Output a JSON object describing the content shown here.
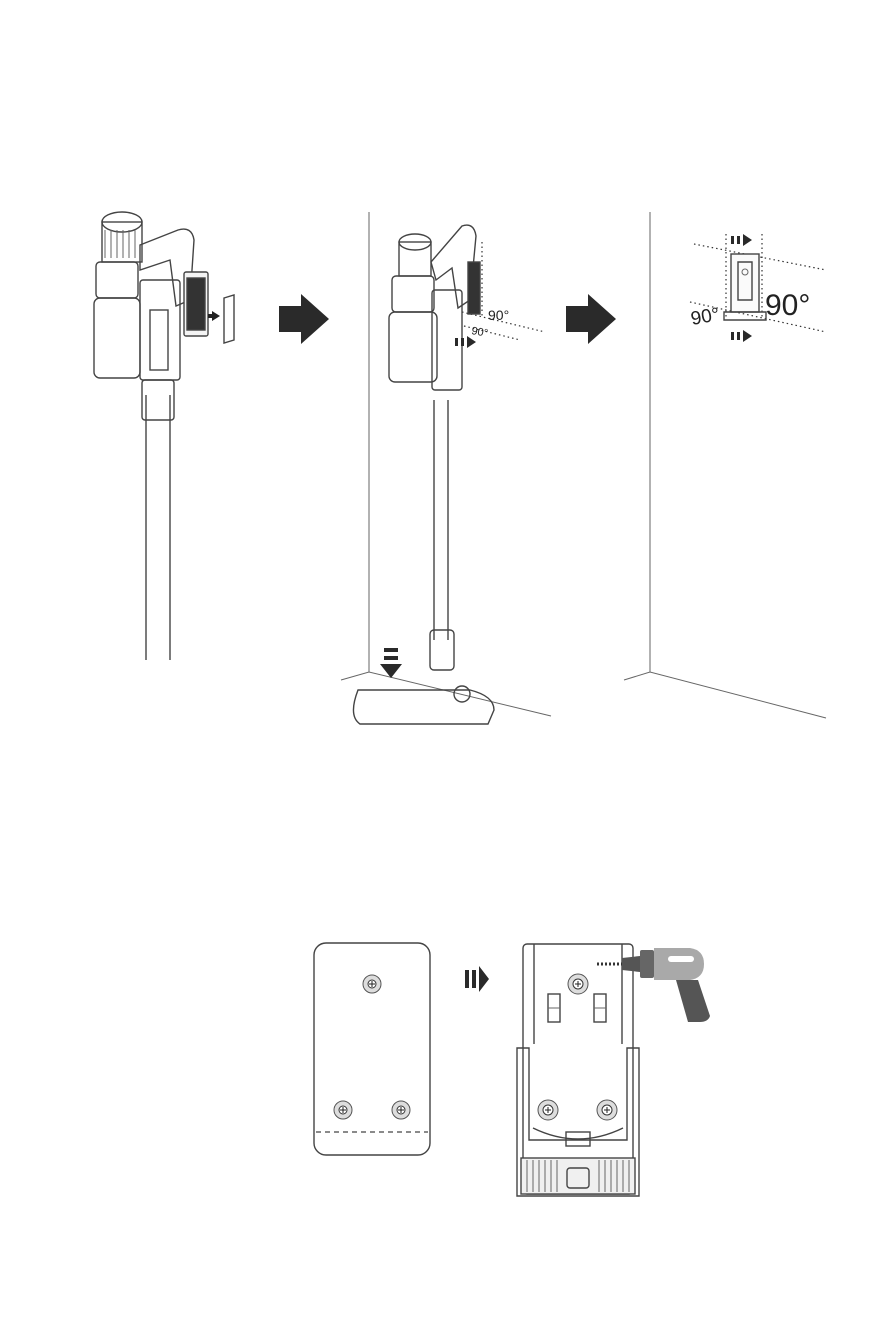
{
  "annotations": {
    "angle_small": "90°",
    "angle_small_2": "90°",
    "angle_large": "90°",
    "angle_large_2": "90°"
  },
  "colors": {
    "line": "#444444",
    "arrow": "#2a2a2a",
    "drill_body": "#a9a9a9",
    "drill_dark": "#555555"
  },
  "icons": [
    "right-arrow-icon",
    "down-arrow-icon",
    "drill-icon",
    "screw-icon"
  ]
}
